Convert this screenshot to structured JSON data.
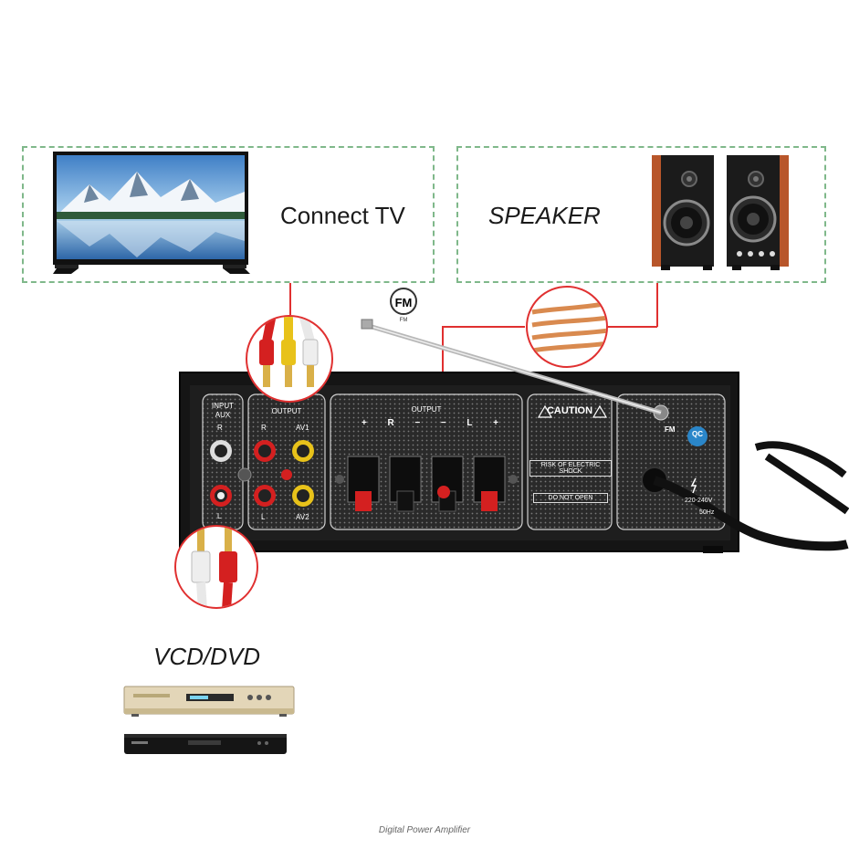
{
  "tv_panel": {
    "label": "Connect TV"
  },
  "speaker_panel": {
    "label": "SPEAKER"
  },
  "player_label": "VCD/DVD",
  "fm_badge": {
    "main": "FM",
    "sub": "FM"
  },
  "amp": {
    "input_label_1": "INPUT",
    "input_label_2": "AUX",
    "input_r": "R",
    "input_l": "L",
    "output_label": "OUTPUT",
    "output_r": "R",
    "output_l": "L",
    "av1": "AV1",
    "av2": "AV2",
    "speaker_output_label": "OUTPUT",
    "speaker_signs": [
      "+",
      "R",
      "−",
      "−",
      "L",
      "+"
    ],
    "caution": "CAUTION",
    "risk": "RISK OF ELECTRIC SHOCK",
    "do_not_open": "DO NOT OPEN",
    "fm_port": "FM",
    "qc": "QC",
    "voltage": "220-240V",
    "freq": "50Hz"
  },
  "caption": "Digital Power Amplifier"
}
